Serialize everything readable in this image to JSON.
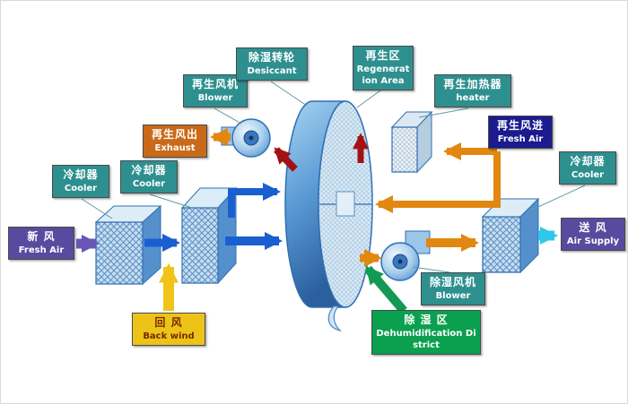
{
  "colors": {
    "label_teal": "#2e8f8f",
    "label_purple": "#584a9e",
    "label_navy": "#1b1b8f",
    "label_orange": "#c96a1a",
    "label_yellow": "#ecc418",
    "label_green": "#0aa04f",
    "arrow_purple": "#6a56b8",
    "arrow_blue": "#1a5fd0",
    "arrow_yellow": "#f0c419",
    "arrow_orange": "#e2870f",
    "arrow_red": "#a31212",
    "arrow_cyan": "#2fc8e8",
    "arrow_green": "#129a52",
    "component_fill": "#c6def0",
    "component_edge": "#2f6fb3"
  },
  "labels": {
    "fresh_air_in": {
      "zh": "新 风",
      "en": "Fresh Air"
    },
    "cooler_1": {
      "zh": "冷却器",
      "en": "Cooler"
    },
    "cooler_2": {
      "zh": "冷却器",
      "en": "Cooler"
    },
    "regen_blower": {
      "zh": "再生风机",
      "en": "Blower"
    },
    "desiccant_wheel": {
      "zh": "除湿转轮",
      "en": "Desiccant"
    },
    "regen_exhaust": {
      "zh": "再生风出",
      "en": "Exhaust"
    },
    "regen_area": {
      "zh": "再生区",
      "en": "Regeneration Area"
    },
    "regen_heater": {
      "zh": "再生加热器",
      "en": "heater"
    },
    "regen_fresh_air": {
      "zh": "再生风进",
      "en": "Fresh Air"
    },
    "cooler_3": {
      "zh": "冷却器",
      "en": "Cooler"
    },
    "air_supply": {
      "zh": "送 风",
      "en": "Air Supply"
    },
    "dehumid_blower": {
      "zh": "除湿风机",
      "en": "Blower"
    },
    "back_wind": {
      "zh": "回 风",
      "en": "Back wind"
    },
    "dehumid_district": {
      "zh": "除 湿 区",
      "en": "Dehumidification District"
    }
  }
}
